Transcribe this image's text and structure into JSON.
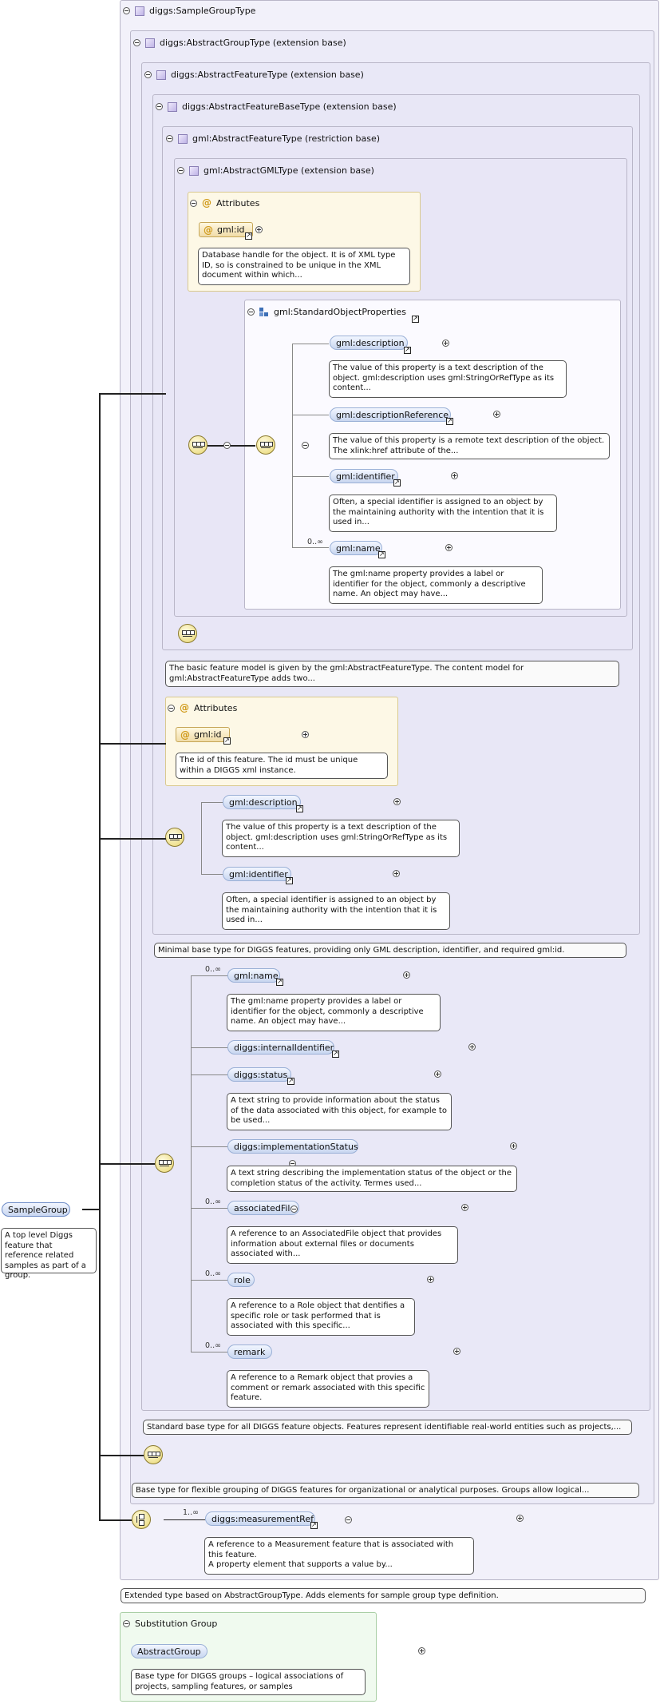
{
  "root": {
    "label": "SampleGroup",
    "doc": "A top level Diggs feature that reference related samples as part of a group."
  },
  "types": {
    "sample_group_type": "diggs:SampleGroupType",
    "abstract_group_type": "diggs:AbstractGroupType (extension base)",
    "abstract_feature_type": "diggs:AbstractFeatureType (extension base)",
    "abstract_feature_base_type": "diggs:AbstractFeatureBaseType (extension base)",
    "gml_abstract_feature_type": "gml:AbstractFeatureType (restriction base)",
    "gml_abstract_gml_type": "gml:AbstractGMLType (extension base)"
  },
  "attributes_title": "Attributes",
  "gml_attrs": {
    "id_label": "gml:id",
    "id_doc": "Database handle for the object. It is of XML type ID, so is constrained to be unique in the XML document within which..."
  },
  "standard_props": {
    "title": "gml:StandardObjectProperties",
    "items": [
      {
        "label": "gml:description",
        "doc": "The value of this property is a text description of the object. gml:description uses gml:StringOrRefType as its content..."
      },
      {
        "label": "gml:descriptionReference",
        "doc": "The value of this property is a remote text description of the object. The xlink:href attribute of the..."
      },
      {
        "label": "gml:identifier",
        "doc": "Often, a special identifier is assigned to an object by the maintaining authority with the intention that it is used in..."
      },
      {
        "label": "gml:name",
        "card": "0..∞",
        "doc": "The gml:name property provides a label or identifier for the object, commonly a descriptive name. An object may have..."
      }
    ]
  },
  "gml_feature_doc": "The basic feature model is given by the gml:AbstractFeatureType. The content model for gml:AbstractFeatureType adds two...",
  "base_attrs": {
    "id_label": "gml:id",
    "id_doc": "The id of this feature. The id must be unique within a DIGGS xml instance."
  },
  "base_elements": [
    {
      "label": "gml:description",
      "doc": "The value of this property is a text description of the object. gml:description uses gml:StringOrRefType as its content..."
    },
    {
      "label": "gml:identifier",
      "doc": "Often, a special identifier is assigned to an object by the maintaining authority with the intention that it is used in..."
    }
  ],
  "base_type_doc": "Minimal base type for DIGGS features, providing only GML description, identifier, and required gml:id.",
  "feature_elements": [
    {
      "label": "gml:name",
      "card": "0..∞",
      "doc": "The gml:name property provides a label or identifier for the object, commonly a descriptive name. An object may have..."
    },
    {
      "label": "diggs:internalIdentifier",
      "card": "",
      "doc": ""
    },
    {
      "label": "diggs:status",
      "card": "",
      "doc": "A text string to provide information about the status of the data associated with this object, for example to be used..."
    },
    {
      "label": "diggs:implementationStatus",
      "card": "",
      "doc": "A text string describing the implementation status of the object or the completion status of the activity. Termes used..."
    },
    {
      "label": "associatedFile",
      "card": "0..∞",
      "doc": "A reference to an AssociatedFile object that provides information about external files or documents associated with..."
    },
    {
      "label": "role",
      "card": "0..∞",
      "doc": "A reference to a Role object that dentifies a specific role or task performed that is associated with this specific..."
    },
    {
      "label": "remark",
      "card": "0..∞",
      "doc": "A reference to a Remark object that provies a comment or remark associated with this specific feature."
    }
  ],
  "feature_type_doc": "Standard base type for all DIGGS feature objects. Features represent identifiable real-world entities such as projects,...",
  "group_type_doc": "Base type for flexible grouping of DIGGS features for organizational or analytical purposes. Groups allow logical...",
  "measurement_ref": {
    "label": "diggs:measurementRef",
    "card": "1..∞",
    "doc": "A reference to a Measurement feature that is associated with this feature.\nA property element that supports a value by..."
  },
  "sample_type_doc": "Extended type based on AbstractGroupType. Adds elements for sample group type definition.",
  "substitution": {
    "title": "Substitution Group",
    "label": "AbstractGroup",
    "doc": "Base type for DIGGS groups – logical associations of projects, sampling features, or samples"
  }
}
